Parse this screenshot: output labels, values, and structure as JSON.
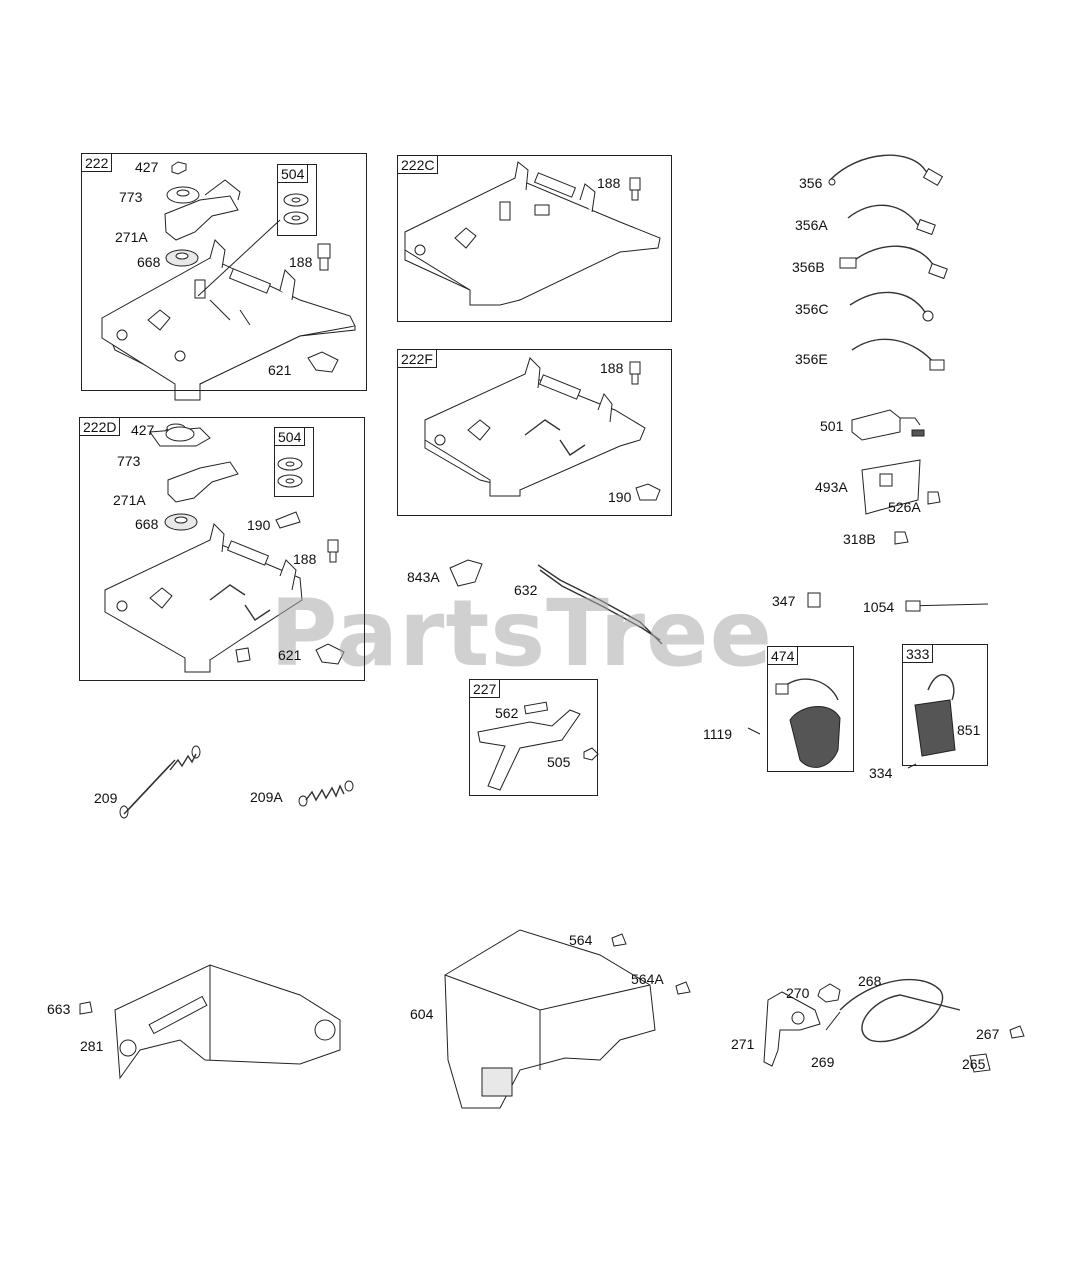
{
  "watermark": "PartsTree",
  "groups": {
    "g222": "222",
    "g504a": "504",
    "g222c": "222C",
    "g222f": "222F",
    "g222d": "222D",
    "g504b": "504",
    "g227": "227",
    "g474": "474",
    "g333": "333"
  },
  "labels": {
    "a427": "427",
    "a773": "773",
    "a271A": "271A",
    "a668": "668",
    "a188": "188",
    "a621": "621",
    "c188": "188",
    "f188": "188",
    "f190": "190",
    "d427": "427",
    "d773": "773",
    "d271A": "271A",
    "d668": "668",
    "d190": "190",
    "d188": "188",
    "d621": "621",
    "w356": "356",
    "w356A": "356A",
    "w356B": "356B",
    "w356C": "356C",
    "w356E": "356E",
    "r501": "501",
    "r493A": "493A",
    "r526A": "526A",
    "r318B": "318B",
    "m843A": "843A",
    "m632": "632",
    "h562": "562",
    "h505": "505",
    "s347": "347",
    "s1054": "1054",
    "s1119": "1119",
    "s851": "851",
    "s334": "334",
    "p209": "209",
    "p209A": "209A",
    "b663": "663",
    "b281": "281",
    "c564": "564",
    "c564A": "564A",
    "c604": "604",
    "k270": "270",
    "k268": "268",
    "k271": "271",
    "k269": "269",
    "k267": "267",
    "k265": "265"
  }
}
